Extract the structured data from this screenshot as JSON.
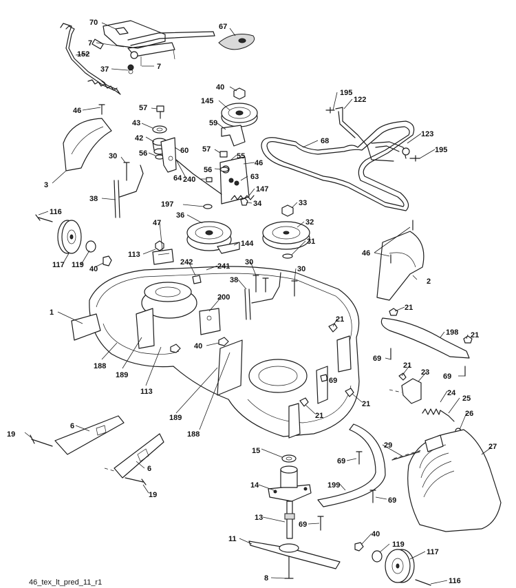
{
  "diagram": {
    "kind": "exploded parts diagram - mower deck",
    "footer_code": "46_tex_lt_pred_11_r1",
    "callouts": [
      {
        "id": "c70a",
        "label": "70"
      },
      {
        "id": "c67",
        "label": "67"
      },
      {
        "id": "c7a",
        "label": "7"
      },
      {
        "id": "c7b",
        "label": "7"
      },
      {
        "id": "c152",
        "label": "152"
      },
      {
        "id": "c37",
        "label": "37"
      },
      {
        "id": "c40a",
        "label": "40"
      },
      {
        "id": "c145",
        "label": "145"
      },
      {
        "id": "c195a",
        "label": "195"
      },
      {
        "id": "c122",
        "label": "122"
      },
      {
        "id": "c46a",
        "label": "46"
      },
      {
        "id": "c57a",
        "label": "57"
      },
      {
        "id": "c43",
        "label": "43"
      },
      {
        "id": "c59",
        "label": "59"
      },
      {
        "id": "c123",
        "label": "123"
      },
      {
        "id": "c42",
        "label": "42"
      },
      {
        "id": "c60",
        "label": "60"
      },
      {
        "id": "c68",
        "label": "68"
      },
      {
        "id": "c195b",
        "label": "195"
      },
      {
        "id": "c57b",
        "label": "57"
      },
      {
        "id": "c55",
        "label": "55"
      },
      {
        "id": "c56a",
        "label": "56"
      },
      {
        "id": "c30a",
        "label": "30"
      },
      {
        "id": "c46b",
        "label": "46"
      },
      {
        "id": "c56b",
        "label": "56"
      },
      {
        "id": "c3",
        "label": "3"
      },
      {
        "id": "c64",
        "label": "64"
      },
      {
        "id": "c63",
        "label": "63"
      },
      {
        "id": "c240",
        "label": "240"
      },
      {
        "id": "c147",
        "label": "147"
      },
      {
        "id": "c38a",
        "label": "38"
      },
      {
        "id": "c197",
        "label": "197"
      },
      {
        "id": "c34",
        "label": "34"
      },
      {
        "id": "c33",
        "label": "33"
      },
      {
        "id": "c116a",
        "label": "116"
      },
      {
        "id": "c36",
        "label": "36"
      },
      {
        "id": "c32",
        "label": "32"
      },
      {
        "id": "c47",
        "label": "47"
      },
      {
        "id": "c31",
        "label": "31"
      },
      {
        "id": "c144",
        "label": "144"
      },
      {
        "id": "c113a",
        "label": "113"
      },
      {
        "id": "c46c",
        "label": "46"
      },
      {
        "id": "c117a",
        "label": "117"
      },
      {
        "id": "c119a",
        "label": "119"
      },
      {
        "id": "c40b",
        "label": "40"
      },
      {
        "id": "c242",
        "label": "242"
      },
      {
        "id": "c241",
        "label": "241"
      },
      {
        "id": "c30b",
        "label": "30"
      },
      {
        "id": "c30c",
        "label": "30"
      },
      {
        "id": "c38b",
        "label": "38"
      },
      {
        "id": "c2",
        "label": "2"
      },
      {
        "id": "c1",
        "label": "1"
      },
      {
        "id": "c200",
        "label": "200"
      },
      {
        "id": "c21a",
        "label": "21"
      },
      {
        "id": "c21b",
        "label": "21"
      },
      {
        "id": "c198",
        "label": "198"
      },
      {
        "id": "c21c",
        "label": "21"
      },
      {
        "id": "c40c",
        "label": "40"
      },
      {
        "id": "c188a",
        "label": "188"
      },
      {
        "id": "c189a",
        "label": "189"
      },
      {
        "id": "c69a",
        "label": "69"
      },
      {
        "id": "c21d",
        "label": "21"
      },
      {
        "id": "c23",
        "label": "23"
      },
      {
        "id": "c69b",
        "label": "69"
      },
      {
        "id": "c69c",
        "label": "69"
      },
      {
        "id": "c113b",
        "label": "113"
      },
      {
        "id": "c24",
        "label": "24"
      },
      {
        "id": "c25",
        "label": "25"
      },
      {
        "id": "c21e",
        "label": "21"
      },
      {
        "id": "c21f",
        "label": "21"
      },
      {
        "id": "c26",
        "label": "26"
      },
      {
        "id": "c189b",
        "label": "189"
      },
      {
        "id": "c188b",
        "label": "188"
      },
      {
        "id": "c6a",
        "label": "6"
      },
      {
        "id": "c19a",
        "label": "19"
      },
      {
        "id": "c29",
        "label": "29"
      },
      {
        "id": "c27",
        "label": "27"
      },
      {
        "id": "c15",
        "label": "15"
      },
      {
        "id": "c69d",
        "label": "69"
      },
      {
        "id": "c6b",
        "label": "6"
      },
      {
        "id": "c19b",
        "label": "19"
      },
      {
        "id": "c14",
        "label": "14"
      },
      {
        "id": "c199",
        "label": "199"
      },
      {
        "id": "c69e",
        "label": "69"
      },
      {
        "id": "c13",
        "label": "13"
      },
      {
        "id": "c69f",
        "label": "69"
      },
      {
        "id": "c40d",
        "label": "40"
      },
      {
        "id": "c11",
        "label": "11"
      },
      {
        "id": "c119b",
        "label": "119"
      },
      {
        "id": "c117b",
        "label": "117"
      },
      {
        "id": "c8",
        "label": "8"
      },
      {
        "id": "c116b",
        "label": "116"
      }
    ]
  }
}
